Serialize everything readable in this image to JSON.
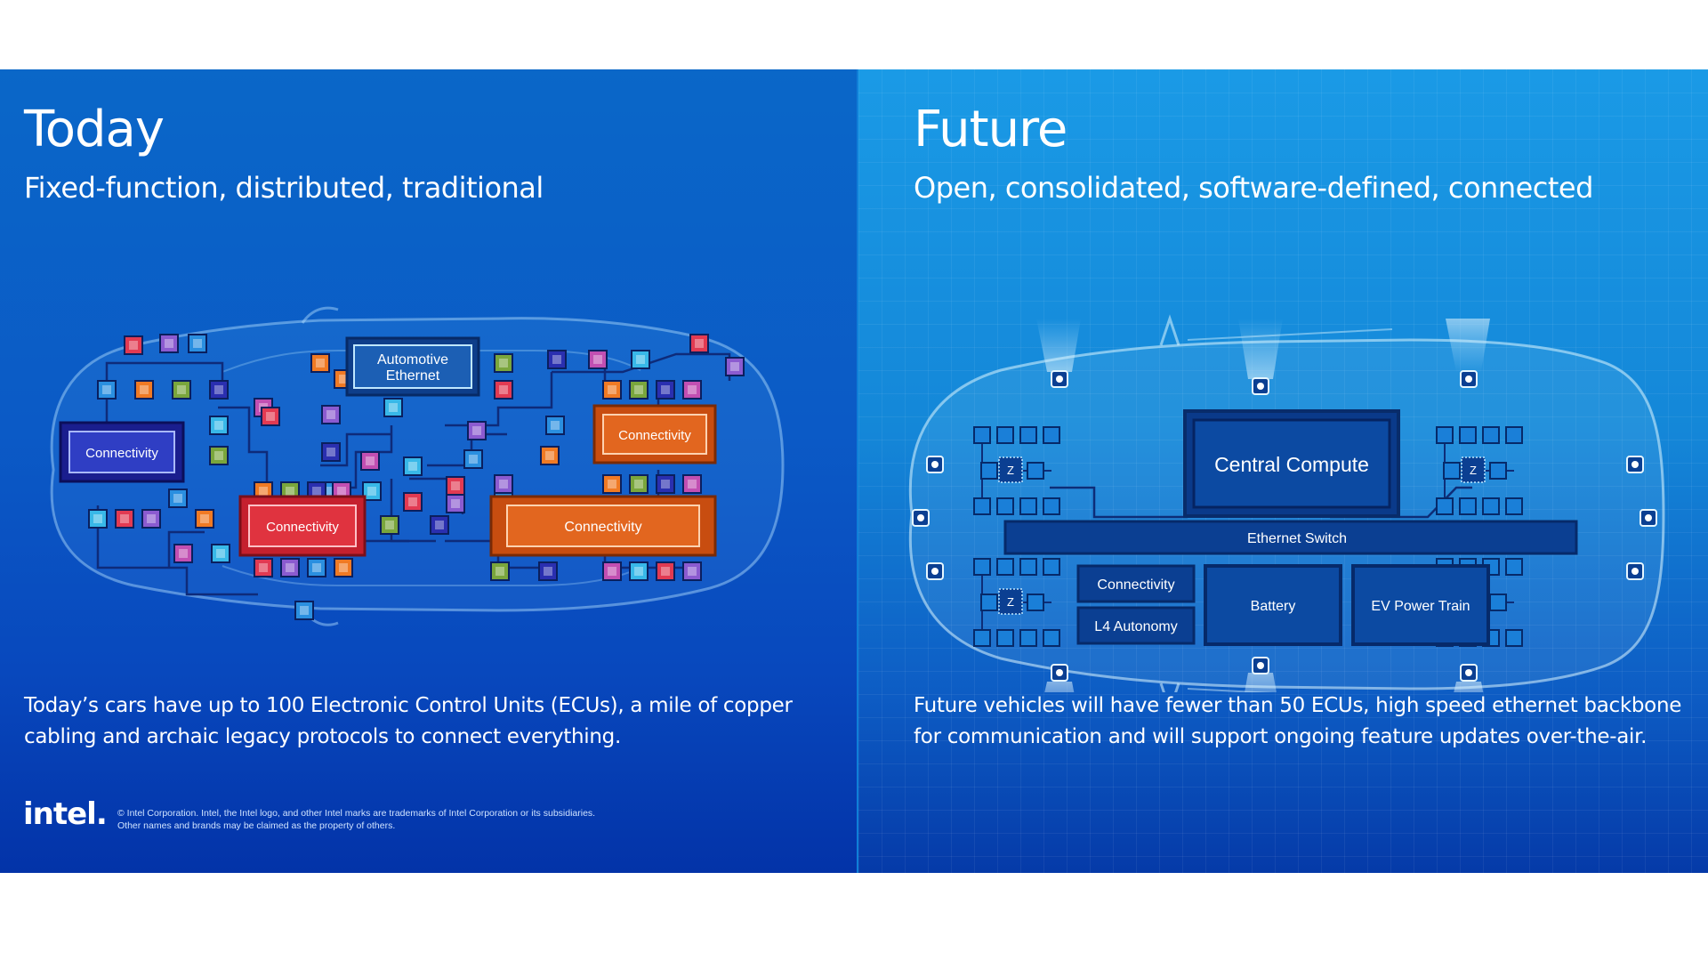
{
  "left": {
    "title": "Today",
    "subtitle": "Fixed-function, distributed, traditional",
    "body_line1": "Today’s cars have up to 100 Electronic Control Units (ECUs), a mile of copper",
    "body_line2": "cabling and archaic legacy protocols to connect everything.",
    "diagram": {
      "automotive_ethernet_line1": "Automotive",
      "automotive_ethernet_line2": "Ethernet",
      "connectivity_labels": [
        "Connectivity",
        "Connectivity",
        "Connectivity",
        "Connectivity"
      ]
    },
    "chip_colors": [
      "#e23a52",
      "#8b5bd0",
      "#2a8fe0",
      "#f07a24",
      "#7aa63c",
      "#2a2fb0",
      "#c24fb2",
      "#38b8e8"
    ]
  },
  "right": {
    "title": "Future",
    "subtitle": "Open, consolidated, software-defined, connected",
    "body_line1": "Future vehicles will have fewer than 50 ECUs, high speed ethernet backbone",
    "body_line2": "for communication and will support ongoing feature updates over-the-air.",
    "diagram": {
      "central_compute": "Central Compute",
      "ethernet_switch": "Ethernet Switch",
      "connectivity": "Connectivity",
      "l4_autonomy": "L4 Autonomy",
      "battery": "Battery",
      "ev_power_train": "EV Power Train",
      "zone_label": "Z"
    }
  },
  "footer": {
    "logo": "intel.",
    "legal_line1": "© Intel Corporation. Intel, the Intel logo, and other Intel marks are trademarks of Intel Corporation or its subsidiaries.",
    "legal_line2": "Other names and brands may be claimed as the property of others."
  }
}
